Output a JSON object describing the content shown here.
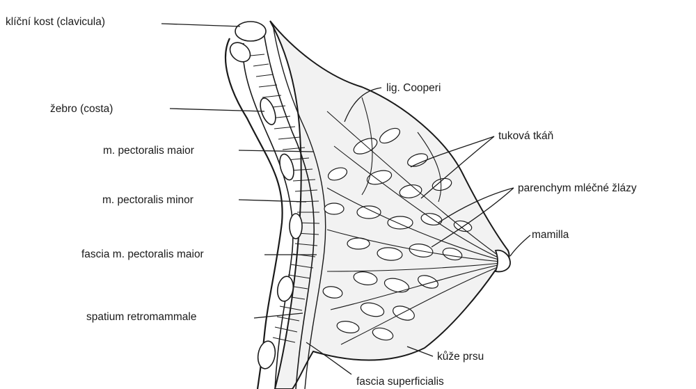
{
  "figure": {
    "labels": {
      "clavicula": "klíční kost (clavicula)",
      "costa": "žebro (costa)",
      "pect_maior": "m. pectoralis maior",
      "pect_minor": "m. pectoralis minor",
      "fascia_pect": "fascia m. pectoralis maior",
      "spatium": "spatium retromammale",
      "lig_cooperi": "lig. Cooperi",
      "tukova": "tuková tkáň",
      "parenchym": "parenchym mléčné žlázy",
      "mamilla": "mamilla",
      "kuze": "kůže prsu",
      "fascia_superf": "fascia superficialis"
    },
    "colors": {
      "ink": "#1a1a1a",
      "background": "#ffffff"
    }
  }
}
